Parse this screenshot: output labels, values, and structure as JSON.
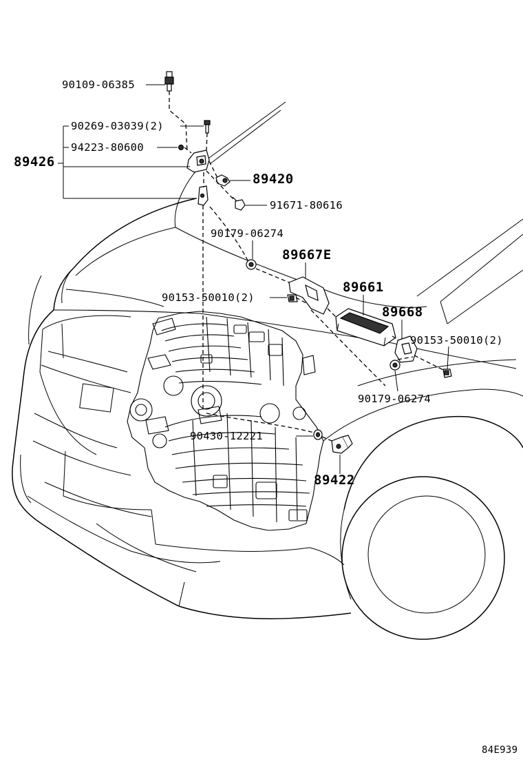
{
  "diagram_id": "84E939",
  "callouts": {
    "p90109_06385": "90109-06385",
    "p90269_03039": "90269-03039(2)",
    "p94223_80600": "94223-80600",
    "p89426": "89426",
    "p89420": "89420",
    "p91671_80616": "91671-80616",
    "p90179_06274_top": "90179-06274",
    "p89667E": "89667E",
    "p90153_50010_left": "90153-50010(2)",
    "p89661": "89661",
    "p89668": "89668",
    "p90153_50010_right": "90153-50010(2)",
    "p90179_06274_bottom": "90179-06274",
    "p90430_12221": "90430-12221",
    "p89422": "89422"
  }
}
